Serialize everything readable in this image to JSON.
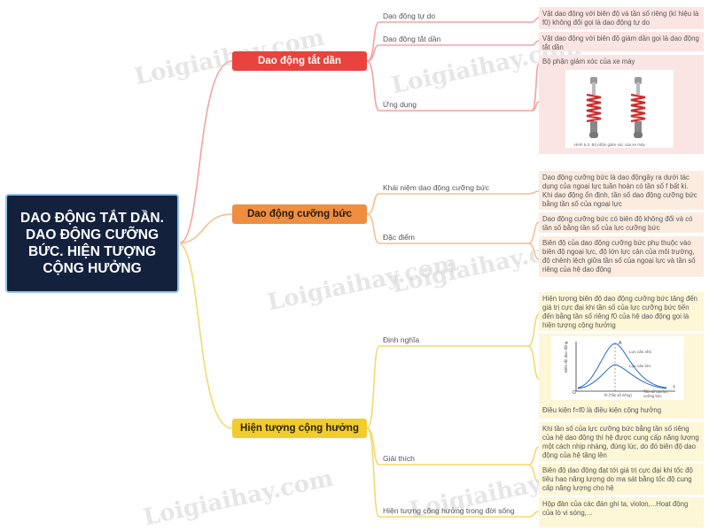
{
  "root": {
    "title": "DAO ĐỘNG TẮT DẦN. DAO ĐỘNG CƯỠNG BỨC. HIỆN TƯỢNG CỘNG HƯỞNG"
  },
  "watermark": "Loigiaihay.com",
  "branches": [
    {
      "label": "Dao động tắt dần",
      "color": "#e8433e",
      "subs": [
        {
          "label": "Dao động tự do",
          "leaves": [
            "Vật dao động với biên độ và tần số riêng (kí hiệu là f0) không đổi gọi là dao động tự do"
          ]
        },
        {
          "label": "Dao động tắt dần",
          "leaves": [
            "Vật dao động với biên độ giảm dần gọi là dao động tắt dần"
          ]
        },
        {
          "label": "Ứng dụng",
          "leaves": [
            "Bộ phận giảm xóc của xe máy"
          ],
          "image_caption": "Hình 6.3. Bộ phận giảm xóc của xe máy"
        }
      ]
    },
    {
      "label": "Dao động cưỡng bức",
      "color": "#ef8e3f",
      "subs": [
        {
          "label": "Khái niệm dao động cưỡng bức",
          "leaves": [
            "Dao động cưỡng bức là dao độngây ra dưới tác dụng của ngoại lực tuần hoàn có tần số f bất kì. Khi dao động ổn định, tần số dao động cưỡng bức bằng tần số của ngoại lực"
          ]
        },
        {
          "label": "Đặc điểm",
          "leaves": [
            "Dao động cưỡng bức có biên độ không đổi và có tần số bằng tần số của lực cưỡng bức",
            "Biên độ của dao động cưỡng bức phụ thuộc vào biên độ ngoại lực, độ lớn lực cản của môi trường, độ chênh lệch giữa tần số của ngoại lực và tần số riêng của hệ dao động"
          ]
        }
      ]
    },
    {
      "label": "Hiện tượng cộng hưởng",
      "color": "#f2cc2e",
      "subs": [
        {
          "label": "Định nghĩa",
          "leaves": [
            "Hiện tượng biên độ dao động cưỡng bức tăng đến giá trị cực đại khi tần số của lực cưỡng bức tiến đến bằng tần số riêng f0 của hệ dao động gọi là hiện tượng cộng hưởng",
            "Điều kiện f=f0 là điều kiện cộng hưởng"
          ],
          "graph": {
            "ylabel": "Biên độ dao động",
            "xlabel": "Tần số của lực cưỡng bức",
            "curve1": "Lực cản nhỏ",
            "curve2": "Lực cản lớn",
            "peak": "A",
            "origin": "O",
            "f0_label": "f0 (Tần số riêng)",
            "x_symbol": "f"
          }
        },
        {
          "label": "Giải thích",
          "leaves": [
            "Khi tần số của lực cưỡng bức bằng tần số riêng của hệ dao động thì hệ được cung cấp năng lượng một cách nhịp nhàng, đúng lúc, do đó biên độ dao động của hệ tăng lên",
            "Biên độ dao động đạt tới giá trị cực đại khi tốc độ tiêu hao năng lượng do ma sát bằng tốc độ cung cấp năng lượng cho hệ"
          ]
        },
        {
          "label": "Hiện tượng cộng hưởng trong đời sống",
          "leaves": [
            "Hộp đàn của các đàn ghi ta, violon,...Hoạt động của lò vi sóng,..."
          ]
        }
      ]
    }
  ]
}
